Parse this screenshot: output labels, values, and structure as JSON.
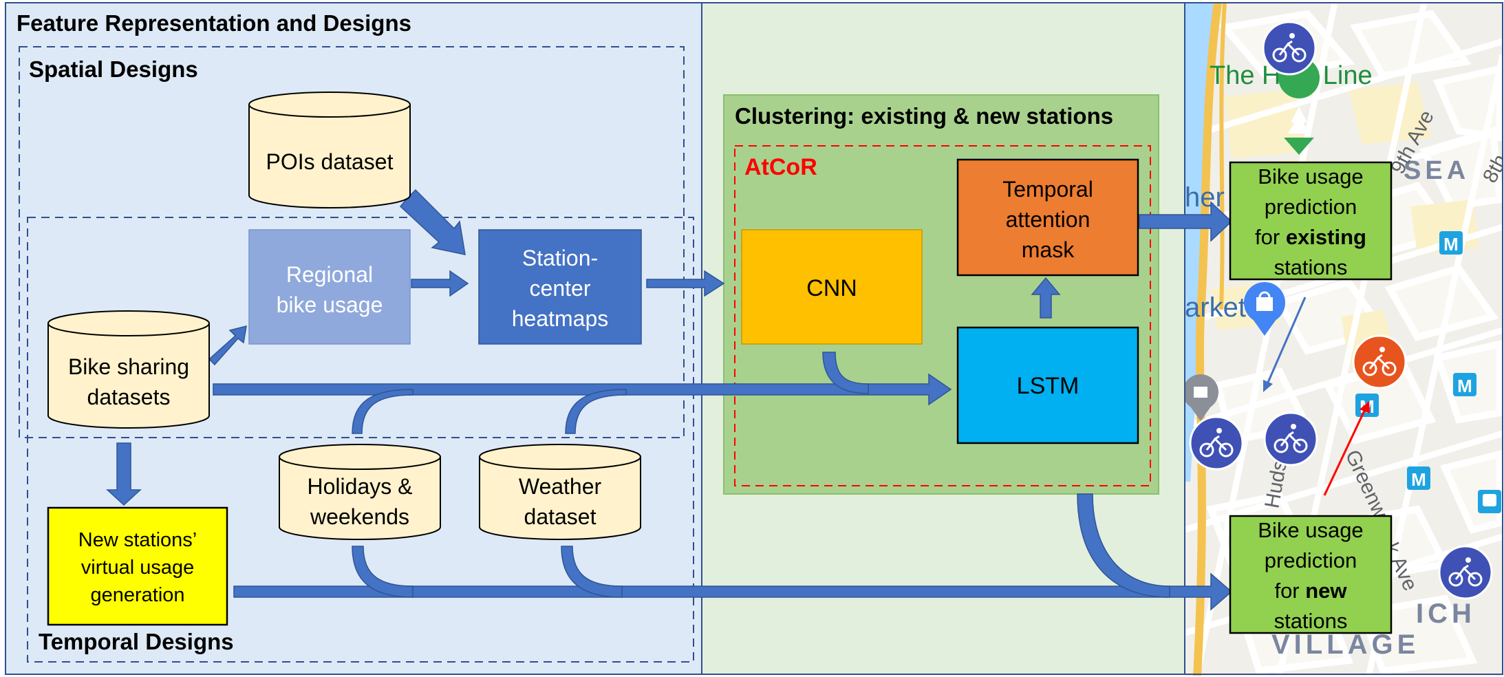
{
  "panel_title": "Feature Representation and Designs",
  "spatial_title": "Spatial Designs",
  "temporal_title": "Temporal Designs",
  "clustering_title": "Clustering: existing & new stations",
  "atcor_label": "AtCoR",
  "nodes": {
    "pois": "POIs dataset",
    "regional": [
      "Regional",
      "bike usage"
    ],
    "heatmaps": [
      "Station-",
      "center",
      "heatmaps"
    ],
    "bike_sharing": [
      "Bike sharing",
      "datasets"
    ],
    "holidays": [
      "Holidays &",
      "weekends"
    ],
    "weather": [
      "Weather",
      "dataset"
    ],
    "virtual": [
      "New stations’",
      "virtual usage",
      "generation"
    ],
    "cnn": "CNN",
    "lstm": "LSTM",
    "attention": [
      "Temporal",
      "attention",
      "mask"
    ],
    "pred_existing": {
      "l1": "Bike usage",
      "l2": "prediction",
      "l3_pre": "for ",
      "l3_bold": "existing",
      "l4": "stations"
    },
    "pred_new": {
      "l1": "Bike usage",
      "l2": "prediction",
      "l3_pre": "for ",
      "l3_bold": "new",
      "l4": "stations"
    }
  },
  "map": {
    "high_line": "The High Line",
    "ninth_ave": "9th Ave",
    "eighth": "8th",
    "sea": "SEA",
    "market": "arket",
    "her": "her",
    "hudson": "Huds",
    "greenwich": "Greenw",
    "ave": "k Ave",
    "ich": "ICH",
    "village": "VILLAGE",
    "subway_letter": "M"
  },
  "colors": {
    "panel_left": "#dde9f6",
    "panel_mid": "#e2efdc",
    "cluster_box": "#a9d18e",
    "arrow": "#4472c4",
    "heatmap_box": "#4472c4",
    "regional_box": "#8fa9dc",
    "cnn_box": "#ffc000",
    "lstm_box": "#00b0f0",
    "attention_box": "#ed7d31",
    "pred_box": "#92d050",
    "virtual_box": "#ffff00",
    "cylinder": "#fff2cc",
    "atcor": "#ff0000"
  }
}
